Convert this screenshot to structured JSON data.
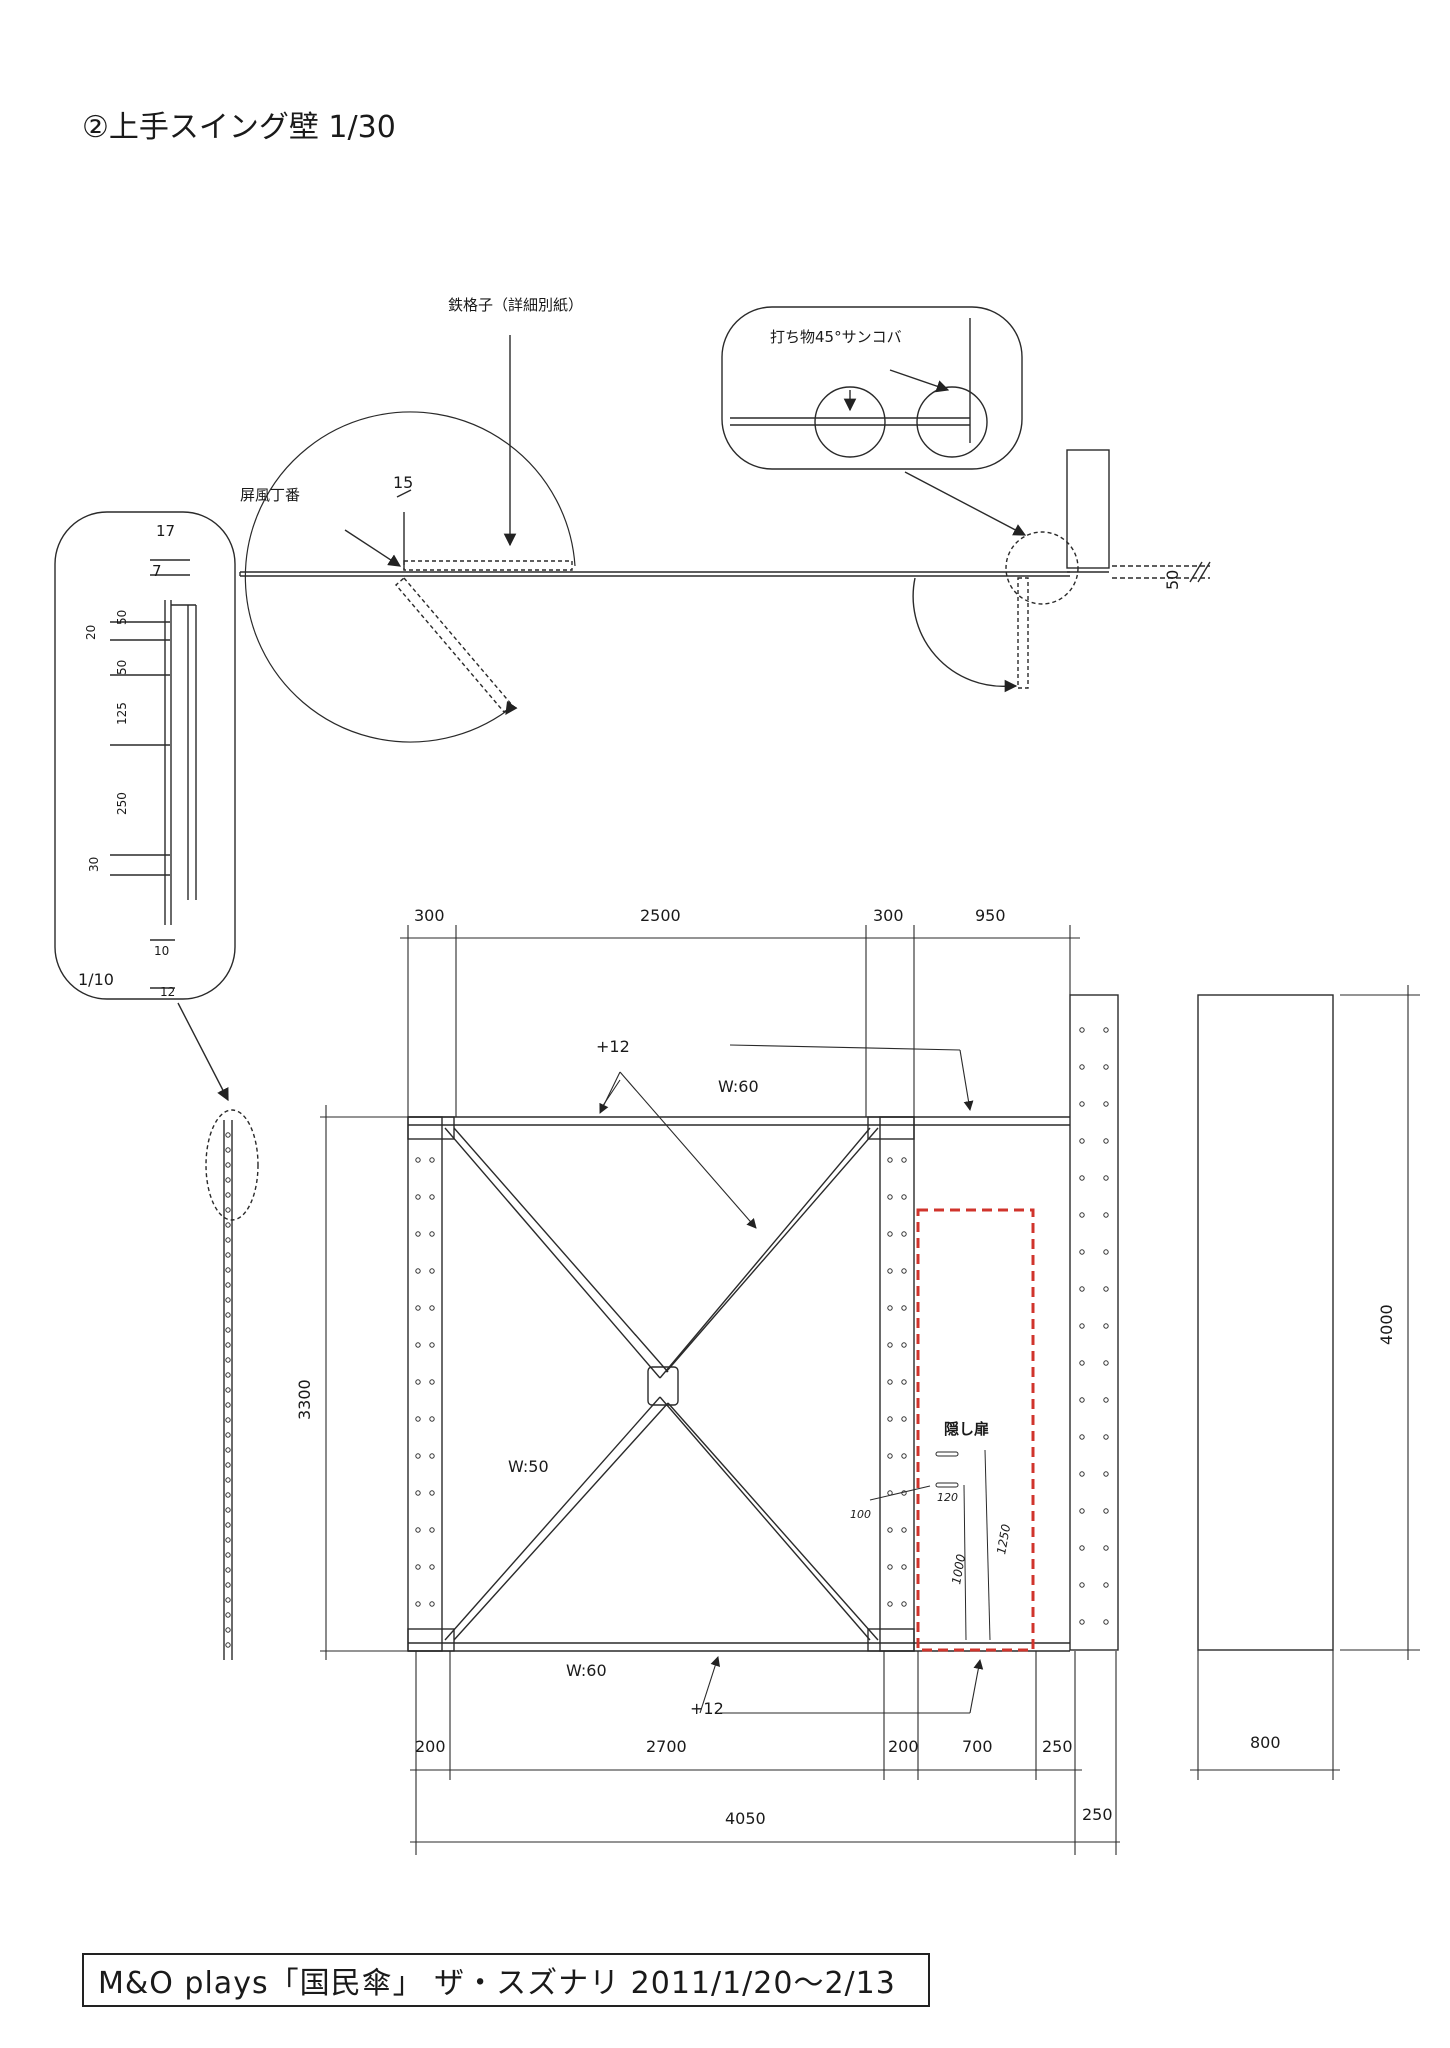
{
  "title": "②上手スイング壁 1/30",
  "footer": "M&O plays「国民傘」 ザ・スズナリ 2011/1/20～2/13",
  "plan": {
    "label_lattice": "鉄格子（詳細別紙）",
    "label_hinge": "屏風丁番",
    "dim_15": "15",
    "dim_50": "50",
    "detail_label": "打ち物45°サンコバ"
  },
  "section_detail": {
    "scale": "1/10",
    "dims": {
      "d17": "17",
      "d7": "7",
      "d20": "20",
      "d50a": "50",
      "d50b": "50",
      "d125": "125",
      "d250": "250",
      "d30": "30",
      "d10": "10",
      "d12": "12"
    }
  },
  "elevation": {
    "top_dims": [
      "300",
      "2500",
      "300",
      "950"
    ],
    "bottom_dims": [
      "200",
      "2700",
      "200",
      "700",
      "250"
    ],
    "total_width": "4050",
    "end_width": "250",
    "height_left": "3300",
    "height_panel": "4000",
    "panel_width": "800",
    "w_top": "W:60",
    "w_bottom": "W:60",
    "w_diag": "W:50",
    "plus_top": "+12",
    "plus_bottom": "+12",
    "hidden_door": "隠し扉",
    "hw_notes": [
      "100",
      "120",
      "1000",
      "1250"
    ]
  },
  "colors": {
    "line": "#2a2a2a",
    "hidden_door": "#d0342c"
  }
}
